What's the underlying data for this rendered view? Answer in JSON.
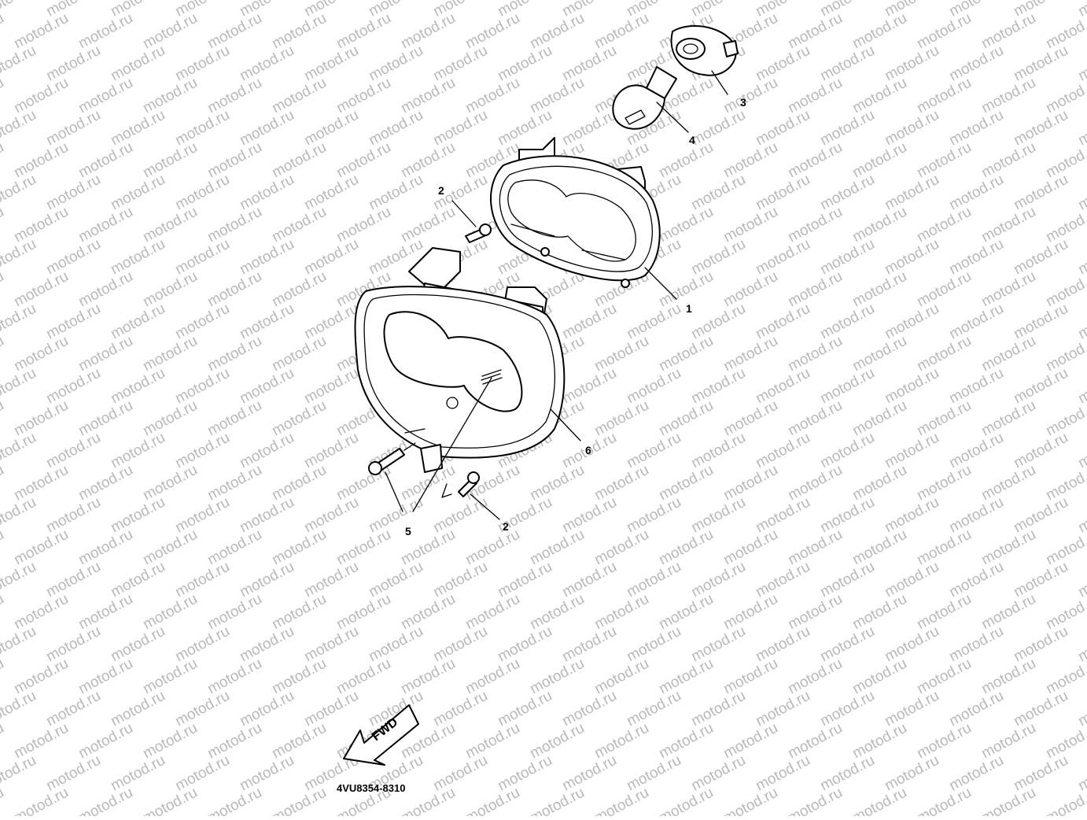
{
  "watermark": {
    "text": "motod.ru",
    "color": "#b9b9b9"
  },
  "diagram": {
    "part_code": "4VU8354-8310",
    "fwd_label": "FWD",
    "callouts": [
      {
        "id": "1",
        "part": "meter-lens-housing"
      },
      {
        "id": "2",
        "part": "screw-upper"
      },
      {
        "id": "2",
        "part": "screw-lower"
      },
      {
        "id": "3",
        "part": "bulb-socket"
      },
      {
        "id": "4",
        "part": "bulb"
      },
      {
        "id": "5",
        "part": "bolt-and-grommet"
      },
      {
        "id": "6",
        "part": "meter-panel-cover"
      }
    ]
  }
}
